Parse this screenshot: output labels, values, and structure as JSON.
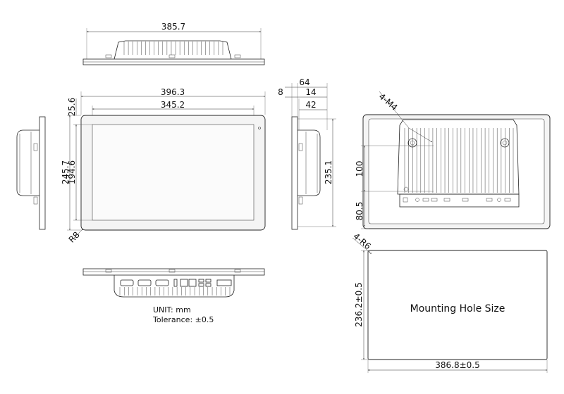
{
  "dimensions": {
    "top_width": "385.7",
    "front_width": "396.3",
    "screen_width": "345.2",
    "front_height": "245.7",
    "screen_height": "194.6",
    "top_bezel": "25.6",
    "corner_radius": "R8",
    "side_depth": "64",
    "side_8": "8",
    "side_14": "14",
    "side_42": "42",
    "side_height": "235.1",
    "screw_label": "4-M4",
    "hole_spacing": "100",
    "hole_offset": "80.5",
    "cutout_radius": "4-R6",
    "cutout_height": "236.2±0.5",
    "cutout_width": "386.8±0.5"
  },
  "notes": {
    "unit": "UNIT: mm",
    "tolerance": "Tolerance: ±0.5"
  },
  "cutout_label": "Mounting Hole Size",
  "colors": {
    "line": "#222222",
    "bezel_fill": "#f4f4f4",
    "screen_fill": "#fbfbfb"
  }
}
